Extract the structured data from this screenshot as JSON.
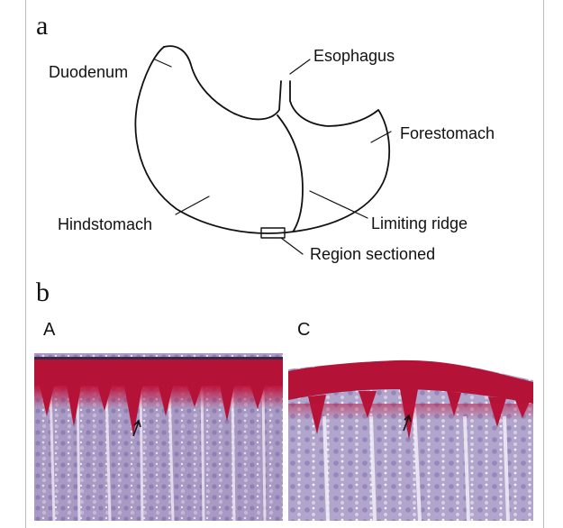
{
  "panel_a": {
    "letter": "a",
    "labels": {
      "duodenum": "Duodenum",
      "esophagus": "Esophagus",
      "forestomach": "Forestomach",
      "hindstomach": "Hindstomach",
      "limiting_ridge": "Limiting ridge",
      "region_sectioned": "Region sectioned"
    }
  },
  "panel_b": {
    "letter": "b",
    "sub_a": "A",
    "sub_c": "C"
  },
  "colors": {
    "stain_red": "#c0143c",
    "tissue_purple": "#a99ac4",
    "background": "#ffffff"
  }
}
